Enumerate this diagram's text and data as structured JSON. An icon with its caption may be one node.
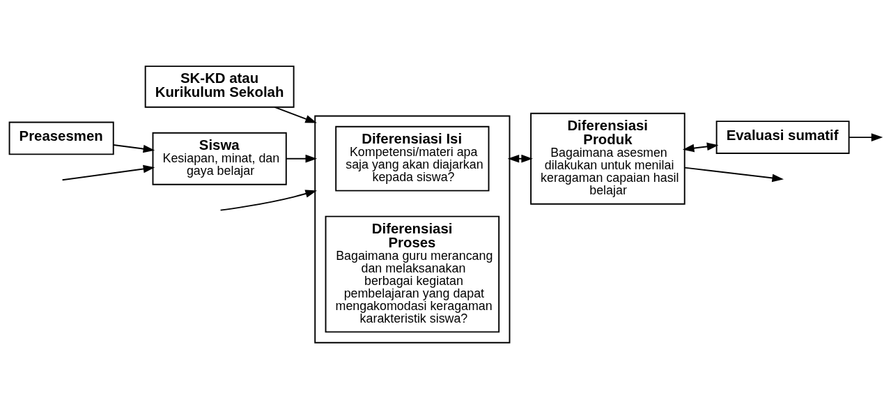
{
  "diagram": {
    "nodes": [
      {
        "text": [
          "SK-KD atau Kurikulum Sekolah"
        ]
      },
      {
        "text": [
          "Preasesmen"
        ]
      },
      {
        "text": [
          "Siswa",
          "Kesiapan, minat, dan gaya belajar"
        ]
      },
      {
        "text": [],
        "shape": "box"
      },
      {
        "text": [
          "Diferensiasi Isi",
          "Kompetensi/materi apa saja yang akan diajarkan kepada siswa?"
        ],
        "in": 3
      },
      {
        "text": [
          "Diferensiasi Proses",
          "Bagaimana guru merancang dan melaksanakan berbagai kegiatan pembelajaran yang dapat mengakomodasi keragaman karakteristik siswa?"
        ],
        "in": 3
      },
      {
        "text": [
          "Diferensiasi Produk",
          "Bagaimana asesmen dilakukan untuk menilai keragaman capaian hasil belajar"
        ]
      },
      {
        "text": [
          "Evaluasi sumatif"
        ]
      }
    ],
    "edges": [
      {
        "from": 1,
        "to": 2,
        "arrow": "to"
      },
      {
        "from": 0,
        "to": 3,
        "arrow": "to"
      },
      {
        "from": 2,
        "to": 3,
        "arrow": "to"
      },
      {
        "from": 3,
        "to": 6,
        "arrow": "both"
      },
      {
        "from": 6,
        "to": 7,
        "arrow": "both"
      },
      {
        "from": null,
        "to": 2,
        "arrow": "to"
      },
      {
        "from": null,
        "to": 3,
        "arrow": "to"
      },
      {
        "from": 6,
        "to": null,
        "arrow": "to"
      },
      {
        "from": 7,
        "to": null,
        "arrow": "to"
      }
    ]
  }
}
